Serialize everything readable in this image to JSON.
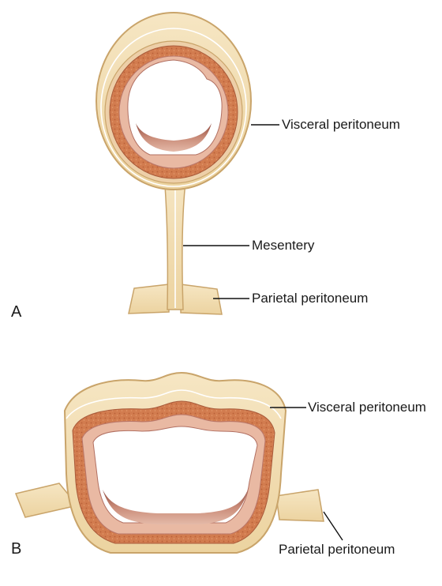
{
  "panels": [
    {
      "letter": "A",
      "labels": {
        "visceral": "Visceral peritoneum",
        "mesentery": "Mesentery",
        "parietal": "Parietal peritoneum"
      }
    },
    {
      "letter": "B",
      "labels": {
        "visceral": "Visceral peritoneum",
        "parietal": "Parietal peritoneum"
      }
    }
  ],
  "colors": {
    "peritoneum": "#f3dfb4",
    "peritoneum_edge": "#c9a46a",
    "muscle_layer": "#cf7a4e",
    "submucosa": "#e7b59f",
    "lumen_wall": "#b8705e",
    "line": "#111111"
  }
}
